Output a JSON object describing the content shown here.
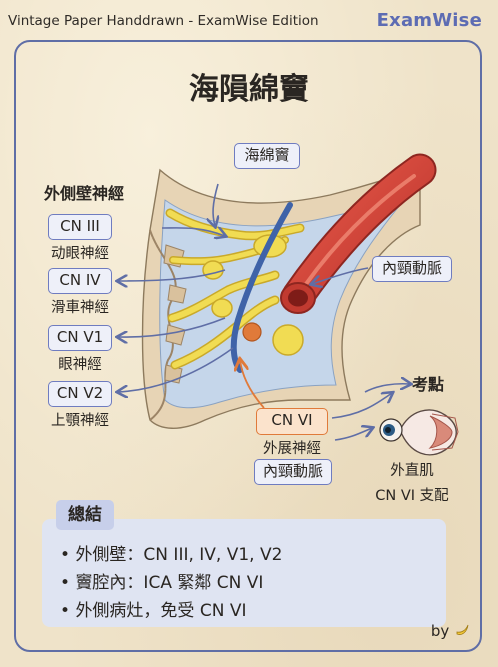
{
  "header": {
    "subtitle": "Vintage Paper Handdrawn - ExamWise Edition",
    "brand": "ExamWise"
  },
  "title": "海隕綿竇",
  "diagram": {
    "sinus_label": "海綿竇",
    "lateral_wall_heading": "外側壁神經",
    "nerves": [
      {
        "code": "CN III",
        "name": "动眼神經"
      },
      {
        "code": "CN IV",
        "name": "滑車神經"
      },
      {
        "code": "CN V1",
        "name": "眼神經"
      },
      {
        "code": "CN V2",
        "name": "上顎神經"
      }
    ],
    "ica_label": "內頸動脈",
    "cn_vi": {
      "code": "CN VI",
      "name": "外展神經",
      "relation": "內頸動脈"
    },
    "key_point": "考點",
    "eye_muscle": "外直肌",
    "eye_innervation": "CN VI 支配"
  },
  "summary": {
    "title": "總結",
    "items": [
      "外側壁：CN III, IV, V1, V2",
      "竇腔內：ICA 緊鄰 CN VI",
      "外側病灶，免受 CN VI"
    ]
  },
  "footer": {
    "by": "by"
  },
  "colors": {
    "frame": "#5f6ea6",
    "brand": "#5d6cb3",
    "nerve_yellow": "#f1dc53",
    "artery_red": "#d9453a",
    "cn_vi_orange": "#e07a3a",
    "sinus_blue": "#c5d6ea"
  }
}
